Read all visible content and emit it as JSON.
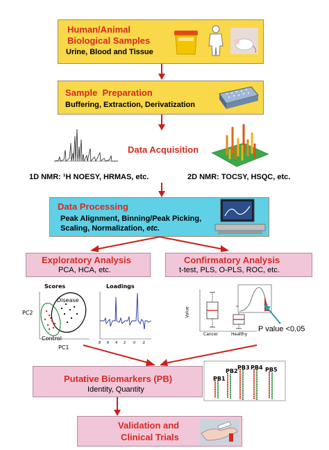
{
  "samples": {
    "title_line1": "Human/Animal",
    "title_line2": "Biological Samples",
    "subtitle": "Urine, Blood and Tissue"
  },
  "preparation": {
    "title": "Sample  Preparation",
    "subtitle": "Buffering, Extraction, Derivatization"
  },
  "acquisition": {
    "title": "Data Acquisition",
    "nmr1d": "1D NMR: ¹H NOESY, HRMAS, etc.",
    "nmr2d": "2D NMR: TOCSY, HSQC, etc."
  },
  "processing": {
    "title": "Data Processing",
    "line1": "Peak Alignment, Binning/Peak Picking,",
    "line2_a": "Scaling, Normalization, ",
    "line2_b": "etc."
  },
  "exploratory": {
    "title": "Exploratory Analysis",
    "subtitle": "PCA, HCA, etc."
  },
  "confirmatory": {
    "title": "Confirmatory Analysis",
    "subtitle": "t-test, PLS, O-PLS, ROC, etc."
  },
  "scores": {
    "title": "Scores",
    "pc1": "PC1",
    "pc2": "PC2",
    "disease": "Disease",
    "control": "Control"
  },
  "loadings": {
    "title": "Loadings"
  },
  "boxplot": {
    "cat1": "Cancer",
    "cat2": "Healthy",
    "ylabel": "Value"
  },
  "pvalue": {
    "label": "P value <0.05"
  },
  "biomarkers": {
    "title": "Putative Biomarkers (PB)",
    "subtitle": "Identity, Quantity",
    "pb_labels": [
      "PB1",
      "PB2",
      "PB3",
      "PB4",
      "PB5"
    ]
  },
  "validation": {
    "title_line1": "Validation and",
    "title_line2": "Clinical Trials"
  },
  "colors": {
    "arrow": "#c8201b",
    "yellow": "#f9d84a",
    "cyan": "#5fd0e6",
    "pink": "#f2c6d9",
    "title_red": "#d42a21"
  }
}
